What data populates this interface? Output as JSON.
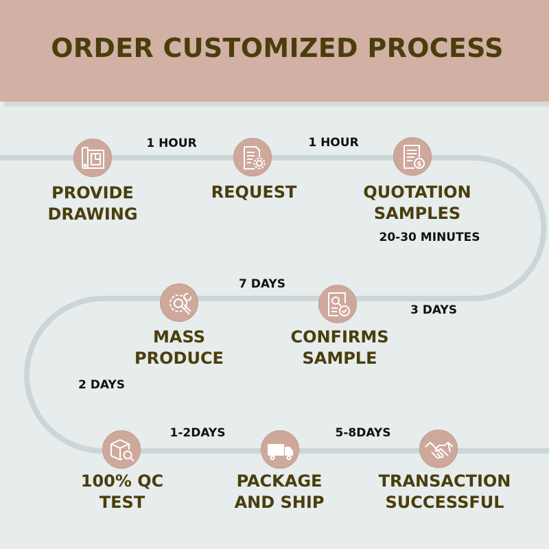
{
  "title": "ORDER CUSTOMIZED PROCESS",
  "colors": {
    "banner": "#d2b0a4",
    "background": "#e7ecec",
    "title_text": "#4a3e0c",
    "node_fill": "#cfa89c",
    "path": "#cbd6d6"
  },
  "steps": [
    {
      "line1": "PROVIDE",
      "line2": "DRAWING",
      "icon": "blueprint-icon"
    },
    {
      "line1": "REQUEST",
      "line2": "",
      "icon": "document-gear-icon"
    },
    {
      "line1": "QUOTATION",
      "line2": "SAMPLES",
      "icon": "invoice-dollar-icon"
    },
    {
      "line1": "CONFIRMS",
      "line2": "SAMPLE",
      "icon": "document-check-icon"
    },
    {
      "line1": "MASS",
      "line2": "PRODUCE",
      "icon": "gear-wrench-icon"
    },
    {
      "line1": "100% QC",
      "line2": "TEST",
      "icon": "box-search-icon"
    },
    {
      "line1": "PACKAGE",
      "line2": "AND SHIP",
      "icon": "truck-icon"
    },
    {
      "line1": "TRANSACTION",
      "line2": "SUCCESSFUL",
      "icon": "handshake-icon"
    }
  ],
  "durations": [
    "1 HOUR",
    "1 HOUR",
    "20-30 MINUTES",
    "3 DAYS",
    "7 DAYS",
    "2 DAYS",
    "1-2DAYS",
    "5-8DAYS"
  ]
}
